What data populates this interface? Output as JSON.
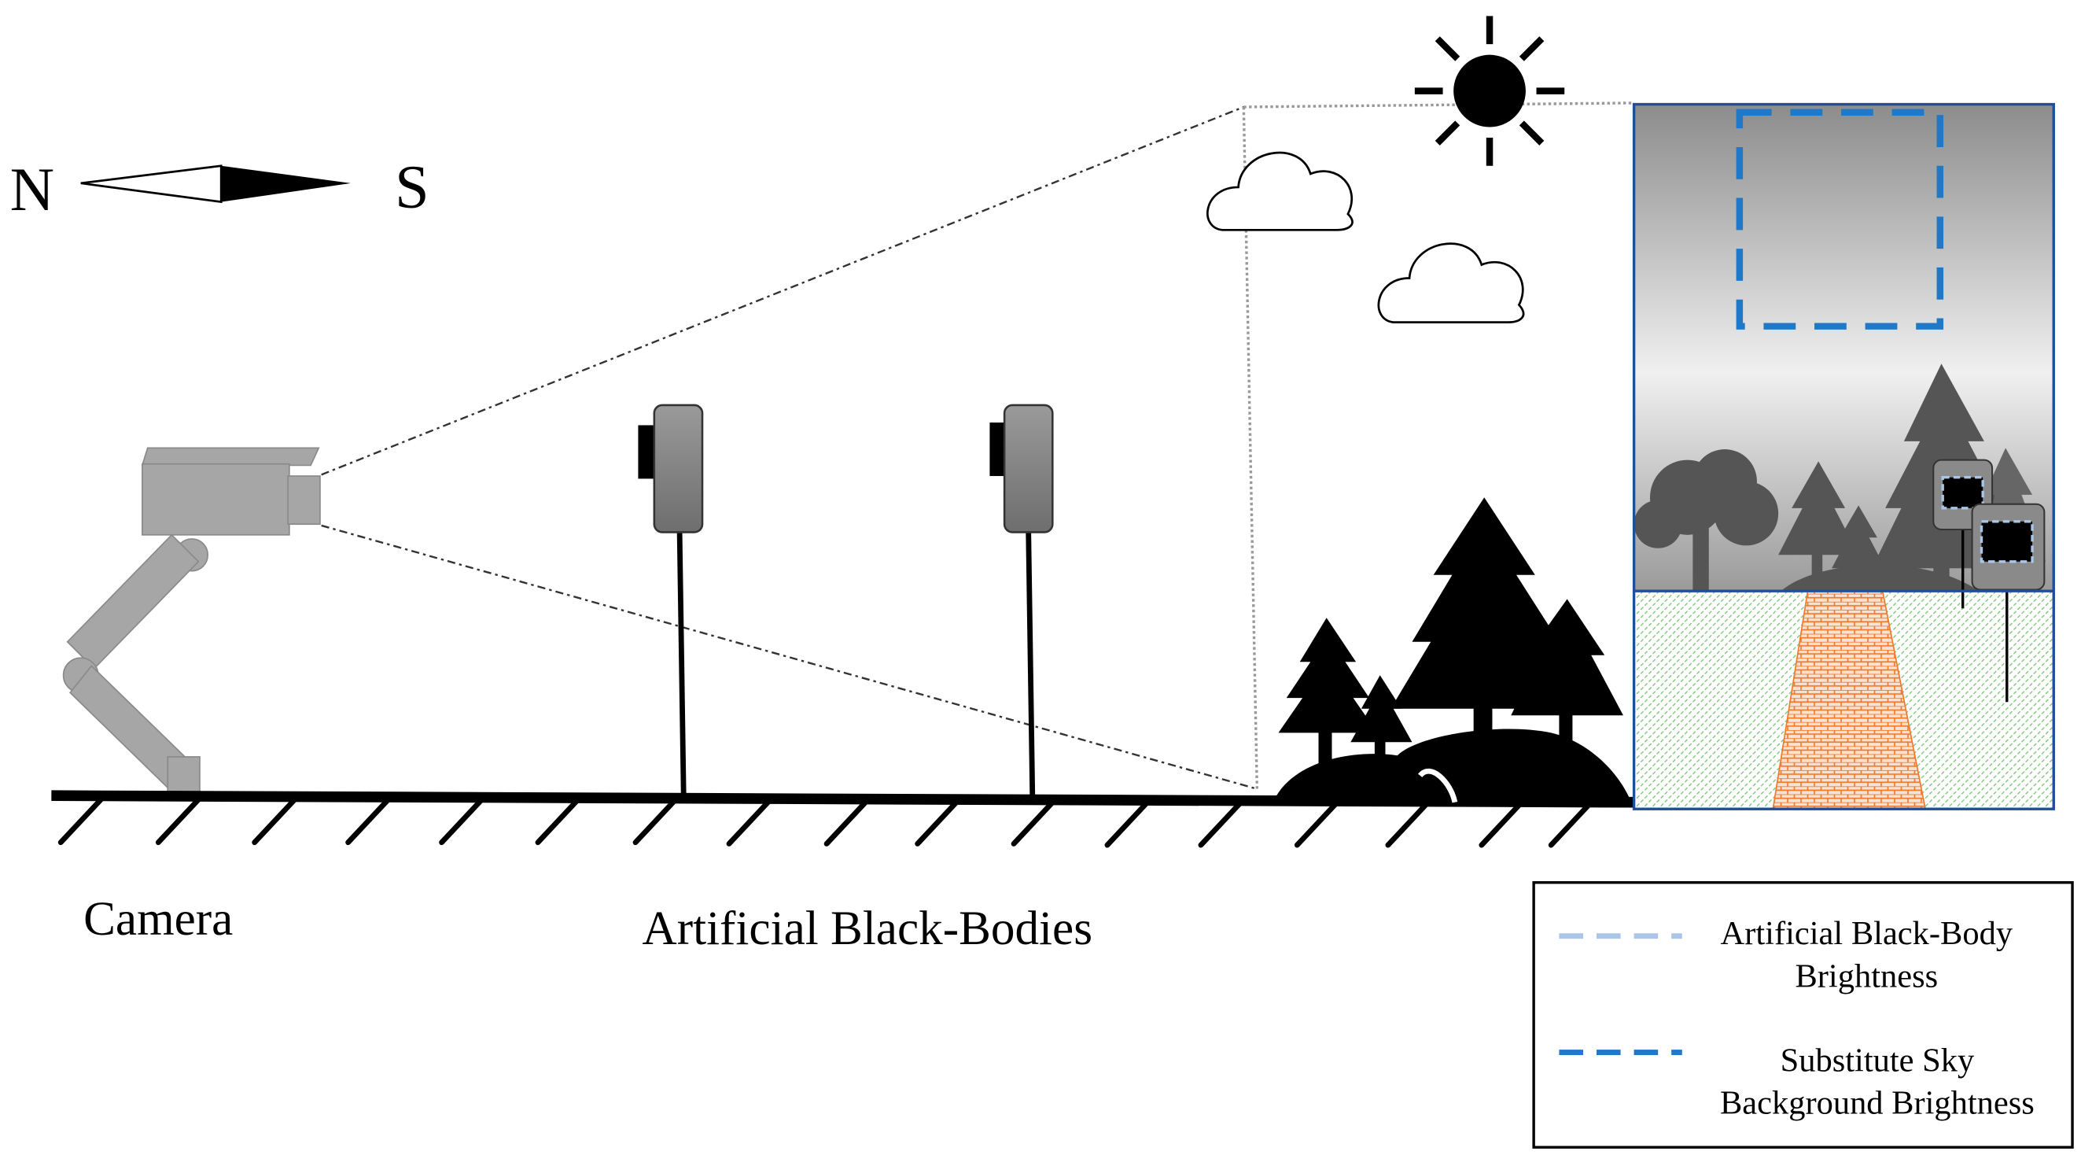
{
  "compass": {
    "north": "N",
    "south": "S"
  },
  "labels": {
    "camera": "Camera",
    "black_bodies": "Artificial Black-Bodies"
  },
  "legend": {
    "items": [
      {
        "line1": "Artificial Black-Body",
        "line2": "Brightness",
        "color": "#a9c6e8",
        "style": "dashed"
      },
      {
        "line1": "Substitute Sky",
        "line2": "Background Brightness",
        "color": "#1f78c8",
        "style": "dashed"
      }
    ]
  },
  "colors": {
    "camera_gray": "#a6a6a6",
    "ground": "#000000",
    "sky_dark": "#8f8f8f",
    "sky_light": "#f2f2f2",
    "grass": "#7cc576",
    "road": "#f07a2c",
    "sky_box": "#1f78c8",
    "bb_box": "#a9c6e8"
  },
  "icons": [
    "compass-arrow-icon",
    "sun-icon",
    "cloud-icon",
    "tree-icon",
    "camera-icon",
    "black-body-icon"
  ]
}
